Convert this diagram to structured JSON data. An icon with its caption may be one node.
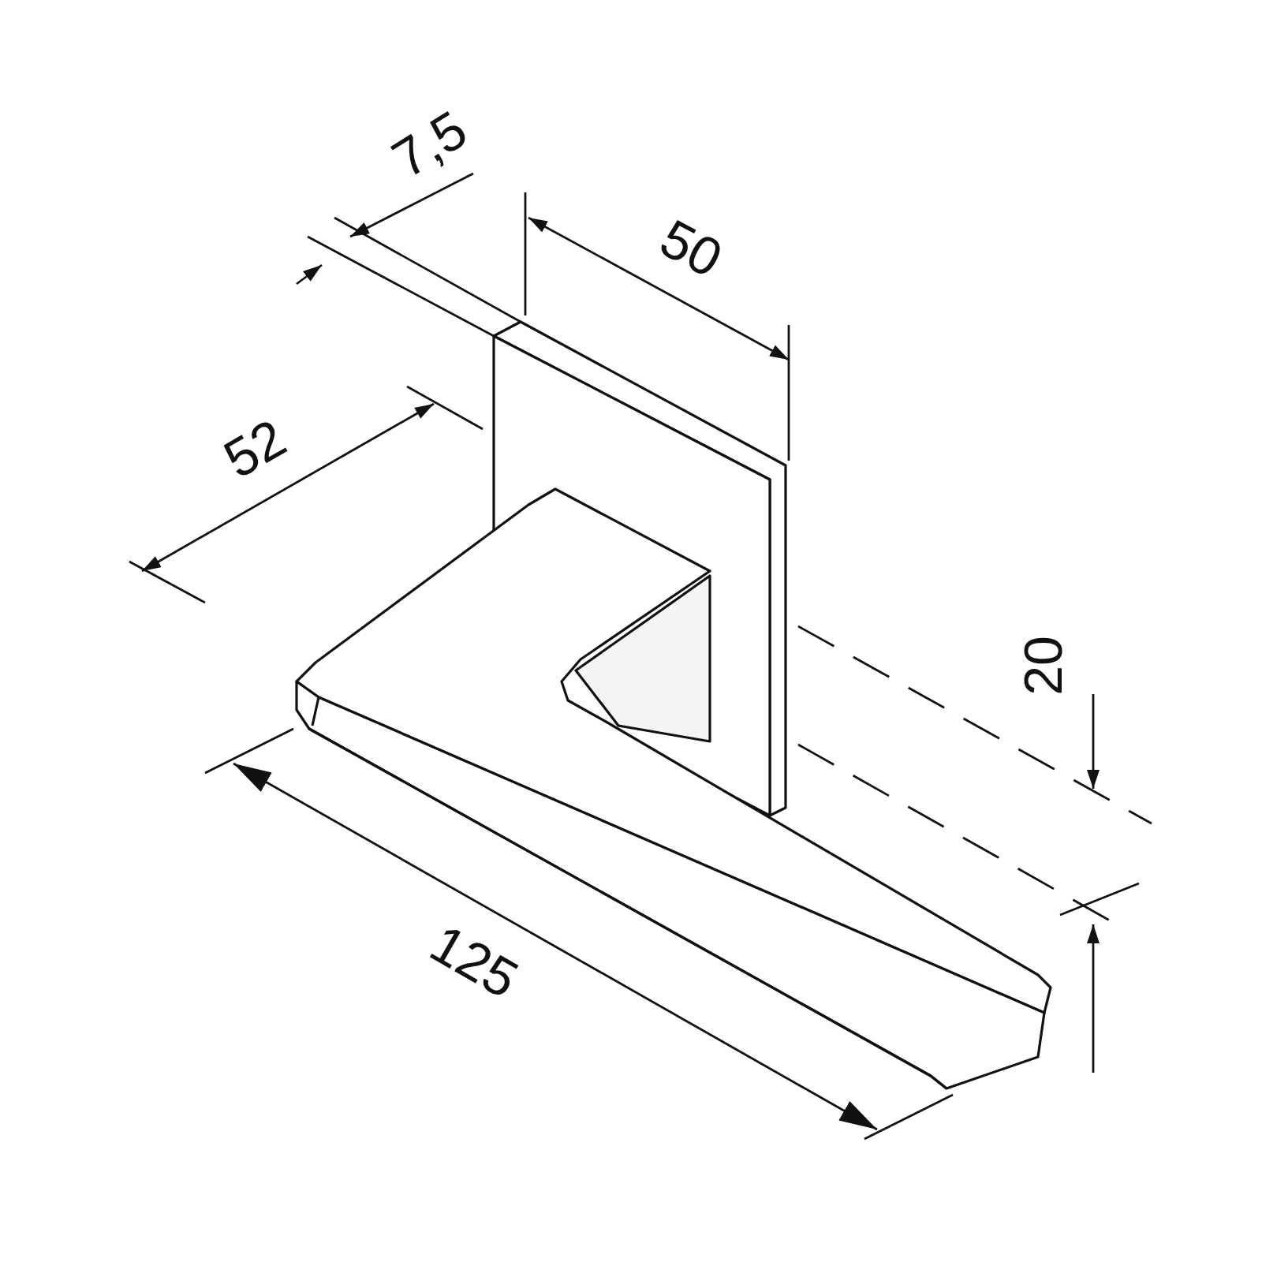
{
  "diagram": {
    "labels": [
      "7,5",
      "50",
      "52",
      "20",
      "125"
    ]
  }
}
